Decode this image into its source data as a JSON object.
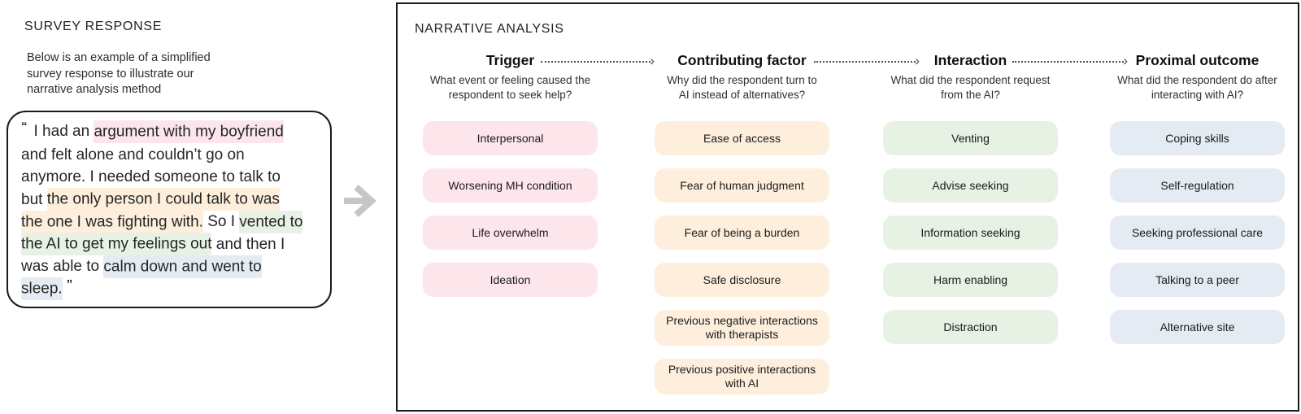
{
  "colors": {
    "trigger": "#fce6ec",
    "factor": "#fdefdc",
    "interaction": "#e7f1e4",
    "outcome": "#e4ebf2",
    "panel_border": "#1a1a1a",
    "arrow_gray": "#c6c6c6"
  },
  "left_panel": {
    "title": "SURVEY RESPONSE",
    "description": "Below is an example of a simplified survey response to illustrate our narrative analysis method",
    "quote": {
      "open_mark": "“",
      "close_mark": "”",
      "segments": [
        {
          "text": "I had an "
        },
        {
          "text": "argument with my boyfriend",
          "hl": "trigger"
        },
        {
          "text": " and felt alone and couldn’t go on anymore. I needed someone to talk to but "
        },
        {
          "text": "the only person I could talk to was the one I was fighting with.",
          "hl": "factor"
        },
        {
          "text": " So I "
        },
        {
          "text": "vented to the AI to get my feelings out",
          "hl": "interaction"
        },
        {
          "text": " and then I was able to "
        },
        {
          "text": "calm down and went to sleep.",
          "hl": "outcome"
        }
      ]
    }
  },
  "right_panel": {
    "title": "NARRATIVE ANALYSIS",
    "columns": [
      {
        "label": "Trigger",
        "question": "What event or feeling caused the respondent to seek help?",
        "color_key": "trigger",
        "items": [
          "Interpersonal",
          "Worsening MH condition",
          "Life overwhelm",
          "Ideation"
        ]
      },
      {
        "label": "Contributing factor",
        "question": "Why did the respondent turn to AI instead of alternatives?",
        "color_key": "factor",
        "items": [
          "Ease of access",
          "Fear of human judgment",
          "Fear of being a burden",
          "Safe disclosure",
          "Previous negative interactions with therapists",
          "Previous positive interactions with AI"
        ]
      },
      {
        "label": "Interaction",
        "question": "What did the respondent request from the AI?",
        "color_key": "interaction",
        "items": [
          "Venting",
          "Advise seeking",
          "Information seeking",
          "Harm enabling",
          "Distraction"
        ]
      },
      {
        "label": "Proximal outcome",
        "question": "What did the respondent do after interacting with AI?",
        "color_key": "outcome",
        "items": [
          "Coping skills",
          "Self-regulation",
          "Seeking professional care",
          "Talking to a peer",
          "Alternative site"
        ]
      }
    ]
  }
}
